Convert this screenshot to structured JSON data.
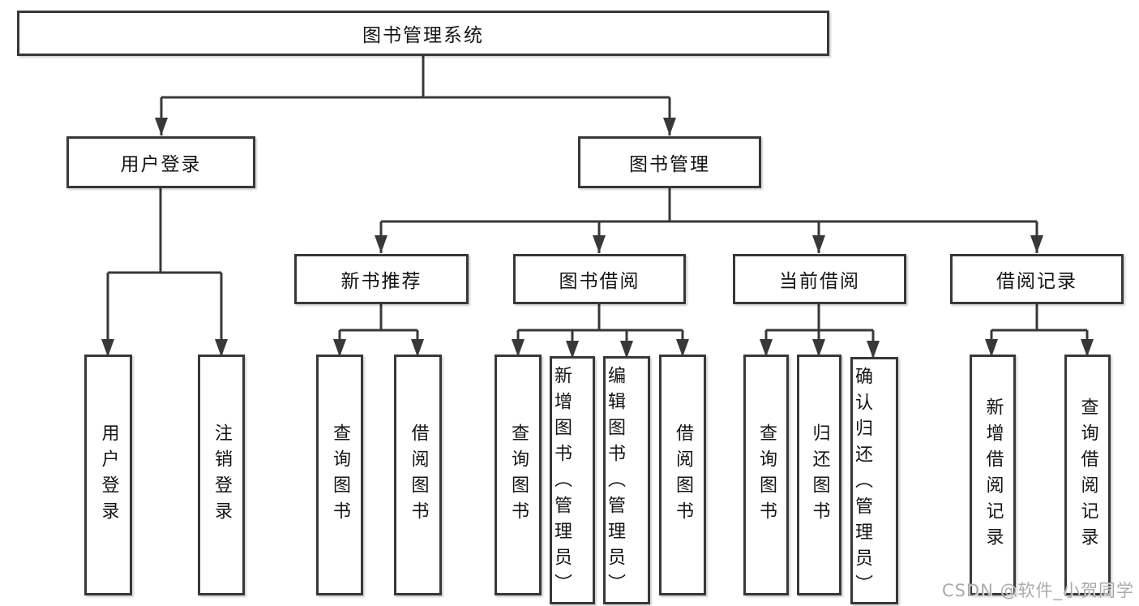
{
  "diagram": {
    "type": "tree",
    "colors": {
      "line": "#383838",
      "box_border": "#383838",
      "text": "#141414",
      "background": "#ffffff",
      "watermark": "#ababab"
    },
    "root": {
      "label": "图书管理系统",
      "children": [
        {
          "label": "用户登录",
          "children": [
            {
              "label": "用户登录"
            },
            {
              "label": "注销登录"
            }
          ]
        },
        {
          "label": "图书管理",
          "children": [
            {
              "label": "新书推荐",
              "children": [
                {
                  "label": "查询图书"
                },
                {
                  "label": "借阅图书"
                }
              ]
            },
            {
              "label": "图书借阅",
              "children": [
                {
                  "label": "查询图书"
                },
                {
                  "label": "新增图书（管理员）"
                },
                {
                  "label": "编辑图书（管理员）"
                },
                {
                  "label": "借阅图书"
                }
              ]
            },
            {
              "label": "当前借阅",
              "children": [
                {
                  "label": "查询图书"
                },
                {
                  "label": "归还图书"
                },
                {
                  "label": "确认归还（管理员）"
                }
              ]
            },
            {
              "label": "借阅记录",
              "children": [
                {
                  "label": "新增借阅记录"
                },
                {
                  "label": "查询借阅记录"
                }
              ]
            }
          ]
        }
      ]
    },
    "watermark": "CSDN @软件_小贺同学"
  }
}
